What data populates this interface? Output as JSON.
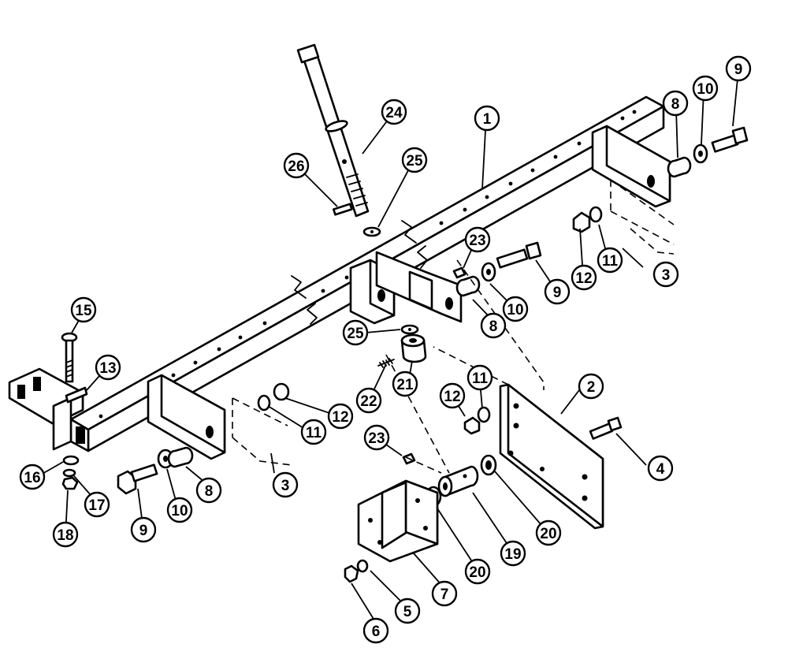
{
  "diagram": {
    "colors": {
      "ink": "#000000",
      "paper": "#ffffff"
    },
    "callouts": [
      {
        "id": "c1",
        "label": "1"
      },
      {
        "id": "c2",
        "label": "2"
      },
      {
        "id": "c3a",
        "label": "3"
      },
      {
        "id": "c3b",
        "label": "3"
      },
      {
        "id": "c4",
        "label": "4"
      },
      {
        "id": "c5",
        "label": "5"
      },
      {
        "id": "c6",
        "label": "6"
      },
      {
        "id": "c7",
        "label": "7"
      },
      {
        "id": "c8a",
        "label": "8"
      },
      {
        "id": "c8b",
        "label": "8"
      },
      {
        "id": "c8c",
        "label": "8"
      },
      {
        "id": "c9a",
        "label": "9"
      },
      {
        "id": "c9b",
        "label": "9"
      },
      {
        "id": "c9c",
        "label": "9"
      },
      {
        "id": "c10a",
        "label": "10"
      },
      {
        "id": "c10b",
        "label": "10"
      },
      {
        "id": "c10c",
        "label": "10"
      },
      {
        "id": "c11a",
        "label": "11"
      },
      {
        "id": "c11b",
        "label": "11"
      },
      {
        "id": "c11c",
        "label": "11"
      },
      {
        "id": "c12a",
        "label": "12"
      },
      {
        "id": "c12b",
        "label": "12"
      },
      {
        "id": "c12c",
        "label": "12"
      },
      {
        "id": "c13",
        "label": "13"
      },
      {
        "id": "c15",
        "label": "15"
      },
      {
        "id": "c16",
        "label": "16"
      },
      {
        "id": "c17",
        "label": "17"
      },
      {
        "id": "c18",
        "label": "18"
      },
      {
        "id": "c19",
        "label": "19"
      },
      {
        "id": "c20a",
        "label": "20"
      },
      {
        "id": "c20b",
        "label": "20"
      },
      {
        "id": "c21",
        "label": "21"
      },
      {
        "id": "c22",
        "label": "22"
      },
      {
        "id": "c23a",
        "label": "23"
      },
      {
        "id": "c23b",
        "label": "23"
      },
      {
        "id": "c24",
        "label": "24"
      },
      {
        "id": "c25a",
        "label": "25"
      },
      {
        "id": "c25b",
        "label": "25"
      },
      {
        "id": "c26",
        "label": "26"
      }
    ]
  }
}
